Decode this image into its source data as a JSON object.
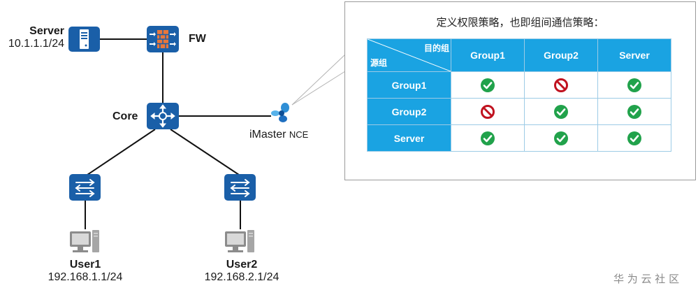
{
  "devices": {
    "server": {
      "name": "Server",
      "ip": "10.1.1.1/24"
    },
    "fw": {
      "name": "FW"
    },
    "core": {
      "name": "Core"
    },
    "nce": {
      "name": "iMaster",
      "suffix": "NCE"
    },
    "user1": {
      "name": "User1",
      "ip": "192.168.1.1/24"
    },
    "user2": {
      "name": "User2",
      "ip": "192.168.2.1/24"
    }
  },
  "callout": {
    "title": "定义权限策略，也即组间通信策略：",
    "corner_top": "目的组",
    "corner_bottom": "源组",
    "columns": [
      "Group1",
      "Group2",
      "Server"
    ],
    "rows": [
      {
        "label": "Group1",
        "cells": [
          "allow",
          "deny",
          "allow"
        ]
      },
      {
        "label": "Group2",
        "cells": [
          "deny",
          "allow",
          "allow"
        ]
      },
      {
        "label": "Server",
        "cells": [
          "allow",
          "allow",
          "allow"
        ]
      }
    ]
  },
  "watermark": "华 为 云 社 区",
  "colors": {
    "device": "#1a5fa8",
    "table_header": "#1aa3e2",
    "allow": "#21a24b",
    "deny": "#c0121f",
    "firewall_brick": "#e8773b"
  },
  "icons": {
    "allow": "check-circle-icon",
    "deny": "prohibited-icon"
  }
}
